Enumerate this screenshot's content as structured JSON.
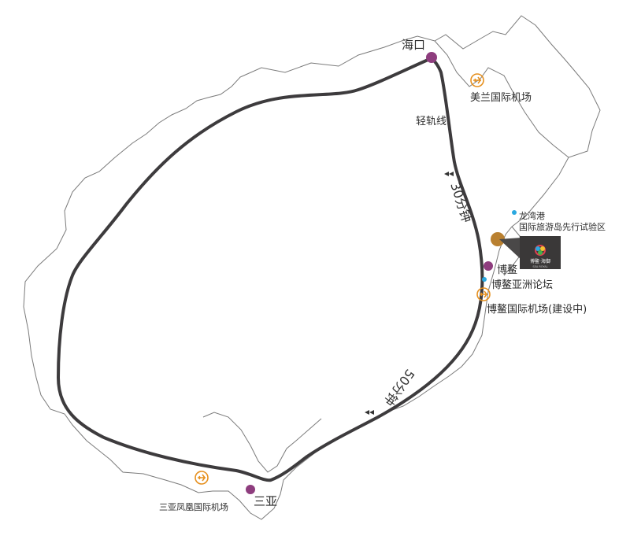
{
  "cities": {
    "haikou": "海口",
    "boao": "博鳌",
    "sanya": "三亚"
  },
  "airports": {
    "meilan": "美兰国际机场",
    "boao": "博鳌国际机场(建设中)",
    "sanya": "三亚凤凰国际机场"
  },
  "places": {
    "longwan_port": "龙湾港",
    "tourism_zone": "国际旅游岛先行试验区",
    "boao_forum": "博鳌亚洲论坛"
  },
  "rail": {
    "label": "轻轨线",
    "north_time": "30分钟",
    "south_time": "50分钟"
  },
  "logo": {
    "text_main": "博鳌·海御",
    "text_sub": "SEA ROYAL"
  },
  "colors": {
    "coast": "#7a7a7a",
    "route": "#3d3b3d",
    "city_dot": "#8e3d7e",
    "airport": "#e6901e",
    "project_dot": "#b98030",
    "small_dot": "#2aa8e0",
    "logo_bg": "#3a3838"
  }
}
